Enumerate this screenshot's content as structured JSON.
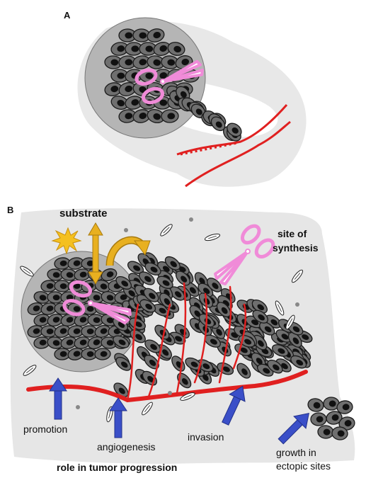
{
  "panel_a": {
    "letter": "A"
  },
  "panel_b": {
    "letter": "B",
    "labels": {
      "substrate": "substrate",
      "site_line1": "site of",
      "site_line2": "synthesis",
      "promotion": "promotion",
      "angiogenesis": "angiogenesis",
      "invasion": "invasion",
      "growth_line1": "growth in",
      "growth_line2": "ectopic sites",
      "role": "role in tumor progression"
    }
  },
  "colors": {
    "cell_fill": "#6f6f6f",
    "cell_stroke": "#1a1a1a",
    "nucleus": "#111111",
    "background_tissue": "#e6e6e6",
    "basement_membrane": "#a8a8a8",
    "vessel": "#e02020",
    "scissors": "#f08bd8",
    "arrow_blue": "#3a4fc8",
    "arrow_gold": "#e8b020",
    "starburst": "#f4c020"
  },
  "icons": [
    "scissors-icon",
    "starburst-icon",
    "double-arrow-icon",
    "curved-arrow-icon",
    "blue-arrow-icon"
  ]
}
